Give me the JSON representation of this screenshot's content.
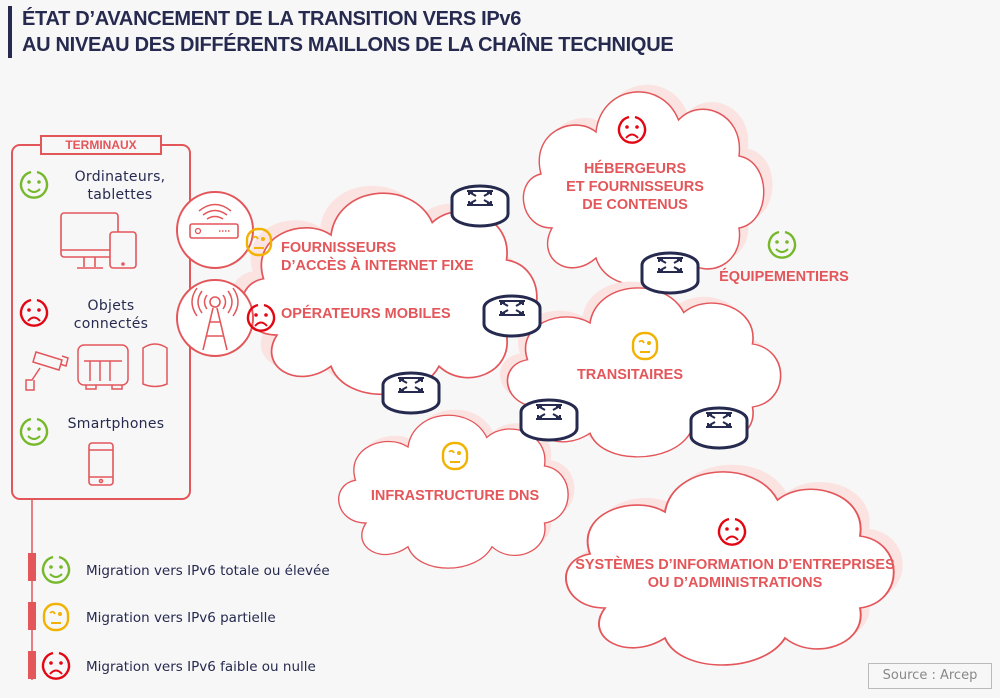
{
  "title": {
    "line1": "ÉTAT D’AVANCEMENT DE LA TRANSITION VERS IPv6",
    "line2": "AU NIVEAU DES DIFFÉRENTS MAILLONS DE LA CHAÎNE TECHNIQUE"
  },
  "colors": {
    "accent": "#e3565a",
    "navy": "#262a4f",
    "good": "#76b82a",
    "partial": "#f2b203",
    "bad": "#e30613",
    "cloud_shadow": "#fbe3e1"
  },
  "terminals": {
    "header": "TERMINAUX",
    "items": [
      {
        "label_l1": "Ordinateurs,",
        "label_l2": "tablettes",
        "status": "good",
        "icon": "computer-tablet-icon"
      },
      {
        "label_l1": "Objets",
        "label_l2": "connectés",
        "status": "bad",
        "icon": "iot-devices-icon"
      },
      {
        "label_l1": "Smartphones",
        "label_l2": "",
        "status": "good",
        "icon": "smartphone-icon"
      }
    ]
  },
  "actors": [
    {
      "id": "fai",
      "l1": "FOURNISSEURS",
      "l2": "D’ACCÈS À INTERNET FIXE",
      "status": "partial"
    },
    {
      "id": "mobile",
      "l1": "OPÉRATEURS MOBILES",
      "l2": "",
      "status": "bad"
    },
    {
      "id": "hosting",
      "l1": "HÉBERGEURS",
      "l2": "ET FOURNISSEURS",
      "l3": "DE CONTENUS",
      "status": "bad"
    },
    {
      "id": "equip",
      "l1": "ÉQUIPEMENTIERS",
      "status": "good"
    },
    {
      "id": "transit",
      "l1": "TRANSITAIRES",
      "status": "partial"
    },
    {
      "id": "dns",
      "l1": "INFRASTRUCTURE DNS",
      "status": "partial"
    },
    {
      "id": "si",
      "l1": "SYSTÈMES D’INFORMATION D’ENTREPRISES",
      "l2": "OU D’ADMINISTRATIONS",
      "status": "bad"
    }
  ],
  "legend": [
    {
      "status": "good",
      "label": "Migration vers IPv6 totale ou élevée"
    },
    {
      "status": "partial",
      "label": "Migration vers IPv6 partielle"
    },
    {
      "status": "bad",
      "label": "Migration vers IPv6 faible ou nulle"
    }
  ],
  "source": "Source : Arcep"
}
